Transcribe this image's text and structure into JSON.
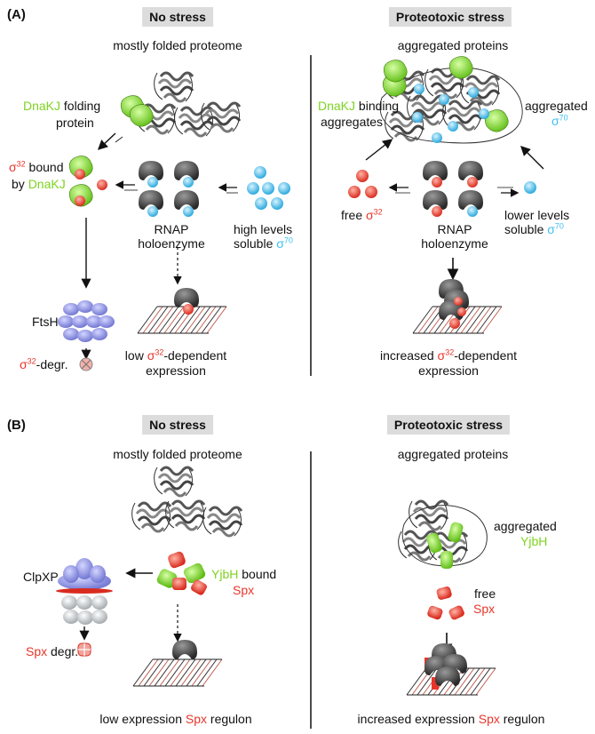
{
  "panelA": {
    "label": "(A)",
    "left": {
      "header": "No stress",
      "subtitle": "mostly folded proteome",
      "dnakj_word": "DnaKJ",
      "folding_word": "folding",
      "protein_word": "protein",
      "sigma32_bound_sigma": "σ",
      "sigma32_bound_sup": "32",
      "sigma32_bound_rest": "bound",
      "by_word": "by",
      "by_dnakj": "DnaKJ",
      "rnap": "RNAP",
      "holoenzyme": "holoenzyme",
      "high_levels": "high levels",
      "soluble_word": "soluble",
      "soluble_sigma": "σ",
      "soluble_sup": "70",
      "ftsh": "FtsH",
      "degr_sigma": "σ",
      "degr_sup": "32",
      "degr_rest": "-degr.",
      "low_prefix": "low",
      "low_sigma": "σ",
      "low_sup": "32",
      "low_rest": "-dependent",
      "expression": "expression"
    },
    "right": {
      "header": "Proteotoxic stress",
      "subtitle": "aggregated proteins",
      "dnakj_word": "DnaKJ",
      "binding_word": "binding",
      "aggregates_word": "aggregates",
      "aggregated_word": "aggregated",
      "agg_sigma": "σ",
      "agg_sup": "70",
      "free_word": "free",
      "free_sigma": "σ",
      "free_sup": "32",
      "rnap": "RNAP",
      "holoenzyme": "holoenzyme",
      "lower_levels": "lower levels",
      "soluble_word": "soluble",
      "soluble_sigma": "σ",
      "soluble_sup": "70",
      "inc_prefix": "increased",
      "inc_sigma": "σ",
      "inc_sup": "32",
      "inc_rest": "-dependent",
      "expression": "expression"
    }
  },
  "panelB": {
    "label": "(B)",
    "left": {
      "header": "No stress",
      "subtitle": "mostly folded proteome",
      "clpxp": "ClpXP",
      "yjbh_word": "YjbH",
      "bound_word": "bound",
      "spx_word": "Spx",
      "spx_degr_spx": "Spx",
      "spx_degr_rest": "degr.",
      "low_expr_prefix": "low expression",
      "low_expr_spx": "Spx",
      "low_expr_suffix": "regulon"
    },
    "right": {
      "header": "Proteotoxic stress",
      "subtitle": "aggregated proteins",
      "aggregated_word": "aggregated",
      "yjbh_word": "YjbH",
      "free_word": "free",
      "spx_word": "Spx",
      "inc_prefix": "increased expression",
      "inc_spx": "Spx",
      "inc_suffix": "regulon"
    }
  },
  "colors": {
    "sigma32": "#e8352a",
    "dnakj": "#7ed321",
    "sigma70": "#3fc0ee",
    "rnap": "#3a3a3a",
    "ftsh": "#8a8fe0",
    "clpp": "#b9bfc4"
  }
}
